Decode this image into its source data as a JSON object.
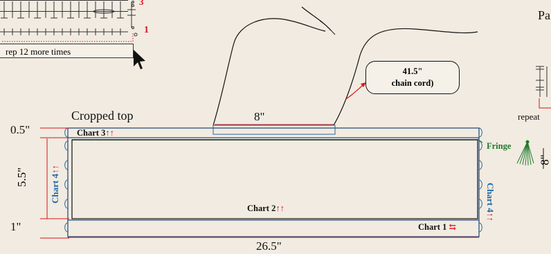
{
  "swatch": {
    "row1_label": "1",
    "row3_label": "3",
    "repeat_note": "rep 12 more times"
  },
  "cord": {
    "length_label": "41.5\"",
    "name_label": "chain cord)"
  },
  "strap_width_label": "8\"",
  "cropped_top_label": "Cropped top",
  "dimensions": {
    "top_band": "0.5\"",
    "body_height": "5.5\"",
    "bottom_band": "1\"",
    "total_width": "26.5\""
  },
  "charts": {
    "chart3": "Chart 3",
    "chart2": "Chart 2",
    "chart1": "Chart 1",
    "chart4_left": "Chart 4",
    "chart4_right": "Chart 4",
    "arrows_up": "↑↑",
    "arrows_side": "⇆"
  },
  "fringe": {
    "label": "Fringe",
    "length_label": "8\""
  },
  "right_panel": {
    "title_fragment": "Pa",
    "repeat_fragment": "repeat"
  },
  "colors": {
    "background": "#f1ebe1",
    "chart_blue": "#2266aa",
    "accent_red": "#d8141c",
    "fringe_green": "#1f7a2a"
  }
}
